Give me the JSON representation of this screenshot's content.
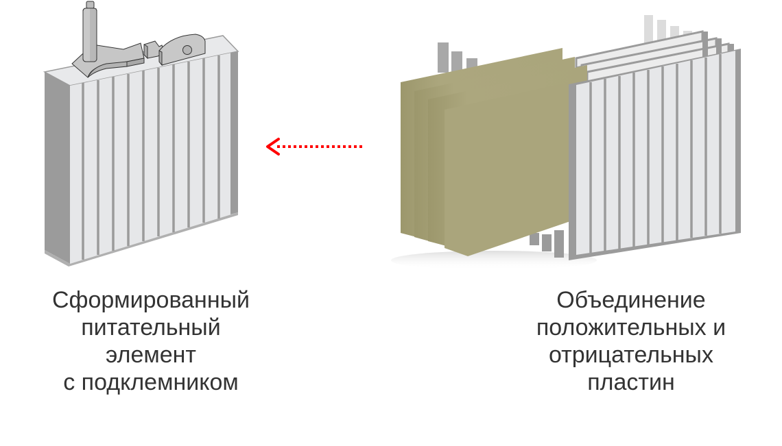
{
  "diagram": {
    "arrow": {
      "direction": "left",
      "style": "dotted",
      "color": "#ff0000"
    },
    "left": {
      "name": "assembled-cell",
      "caption_lines": [
        "Сформированный",
        "питательный",
        "элемент",
        "с подклемником"
      ]
    },
    "right": {
      "name": "plates-assembly",
      "caption_lines": [
        "Объединение",
        "положительных и",
        "отрицательных",
        "пластин"
      ]
    },
    "colors": {
      "plate_light": "#e6e7e9",
      "plate_dark": "#9a9a9a",
      "separator": "#aaa57c",
      "terminal": "#c8c8c8",
      "text": "#333333"
    }
  }
}
